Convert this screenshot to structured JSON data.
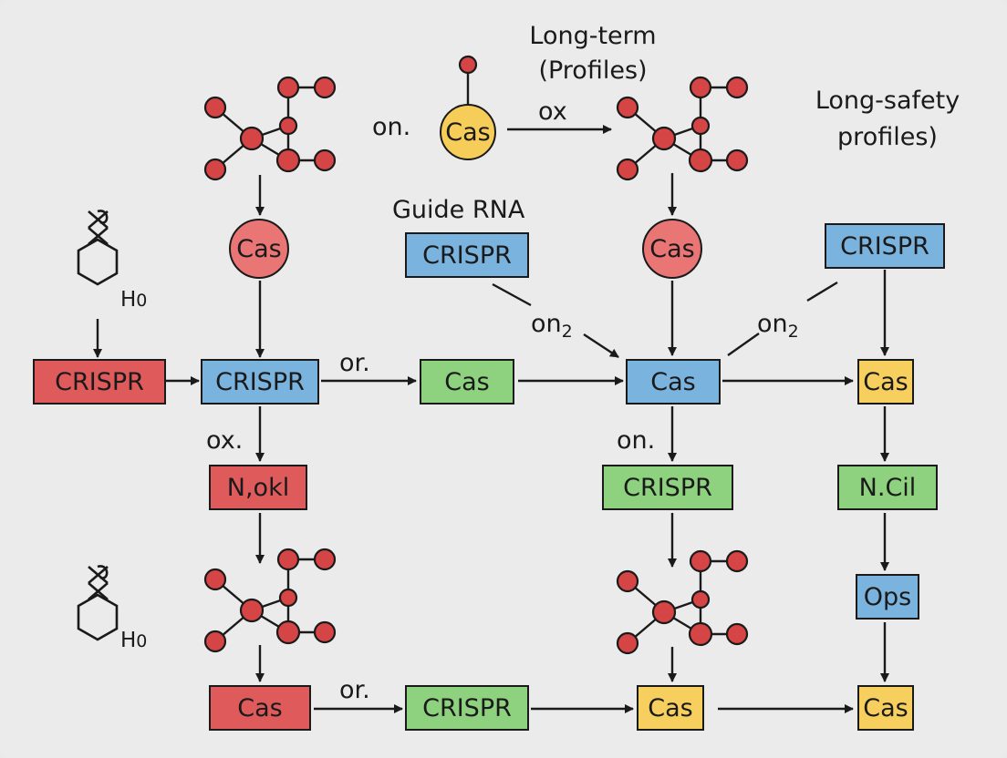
{
  "labels": {
    "long_term": "Long-term",
    "profiles": "(Profiles)",
    "long_safety": "Long-safety",
    "safety_profiles": "profiles)",
    "guide_rna": "Guide RNA",
    "on_top": "on.",
    "ox_top": "ox",
    "or_mid": "or.",
    "on2_left": "on",
    "on2_left_sub": "2",
    "on2_right": "on",
    "on2_right_sub": "2",
    "ox_left": "ox.",
    "on_mid": "on.",
    "or_bottom": "or.",
    "h0_top": "H",
    "h0_top_sub": "0",
    "h0_bottom": "H",
    "h0_bottom_sub": "0"
  },
  "nodes": {
    "cas_circle_top": "Cas",
    "cas_circle_left": "Cas",
    "cas_circle_right": "Cas",
    "crispr_guide": "CRISPR",
    "crispr_top_right": "CRISPR",
    "crispr_red": "CRISPR",
    "crispr_blue": "CRISPR",
    "cas_green": "Cas",
    "cas_blue_center": "Cas",
    "cas_yellow_right": "Cas",
    "nokl": "N,okl",
    "crispr_green_mid": "CRISPR",
    "ncil": "N.Cil",
    "ops": "Ops",
    "cas_red_bottom": "Cas",
    "crispr_green_bottom": "CRISPR",
    "cas_yellow_bottom_mid": "Cas",
    "cas_yellow_bottom_right": "Cas"
  },
  "colors": {
    "red": "#df5a5a",
    "blue": "#7ab3de",
    "green": "#8ed17e",
    "yellow": "#f7cf5e",
    "pink": "#e97575",
    "molecule": "#d64545"
  }
}
